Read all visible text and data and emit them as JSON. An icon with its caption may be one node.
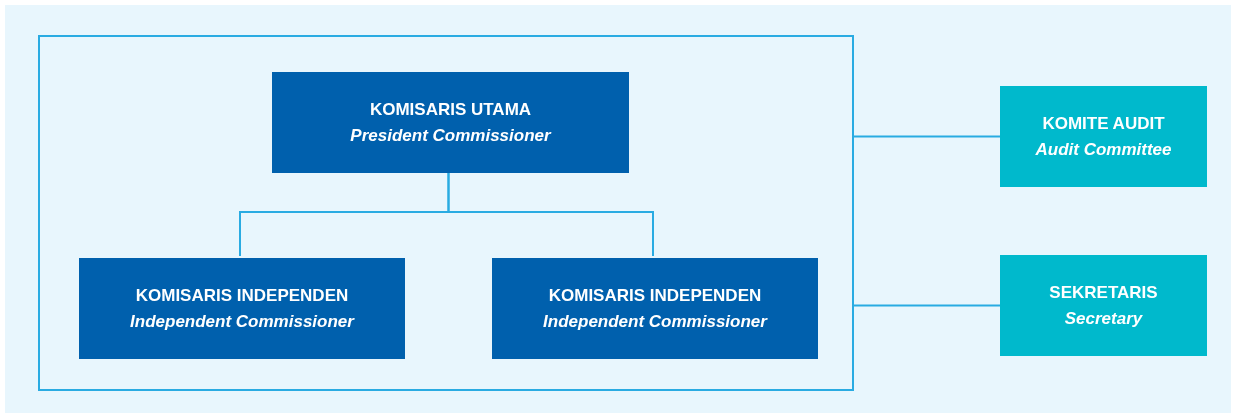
{
  "diagram": {
    "nodes": [
      {
        "text": [],
        "shape": "box"
      },
      {
        "text": [
          "KOMISARIS UTAMA",
          "President Commissioner"
        ],
        "in": 0
      },
      {
        "text": [
          "KOMISARIS INDEPENDEN",
          "Independent Commissioner"
        ],
        "in": 0
      },
      {
        "text": [
          "KOMISARIS INDEPENDEN",
          "Independent Commissioner"
        ],
        "in": 0
      },
      {
        "text": [
          "KOMITE AUDIT",
          "Audit Committee"
        ]
      },
      {
        "text": [
          "SEKRETARIS",
          "Secretary"
        ]
      }
    ],
    "edges": [
      {
        "from": 1,
        "to": 2,
        "arrow": "none"
      },
      {
        "from": 1,
        "to": 3,
        "arrow": "none"
      },
      {
        "from": 0,
        "to": 4,
        "arrow": "none"
      },
      {
        "from": 0,
        "to": 5,
        "arrow": "none"
      }
    ]
  }
}
